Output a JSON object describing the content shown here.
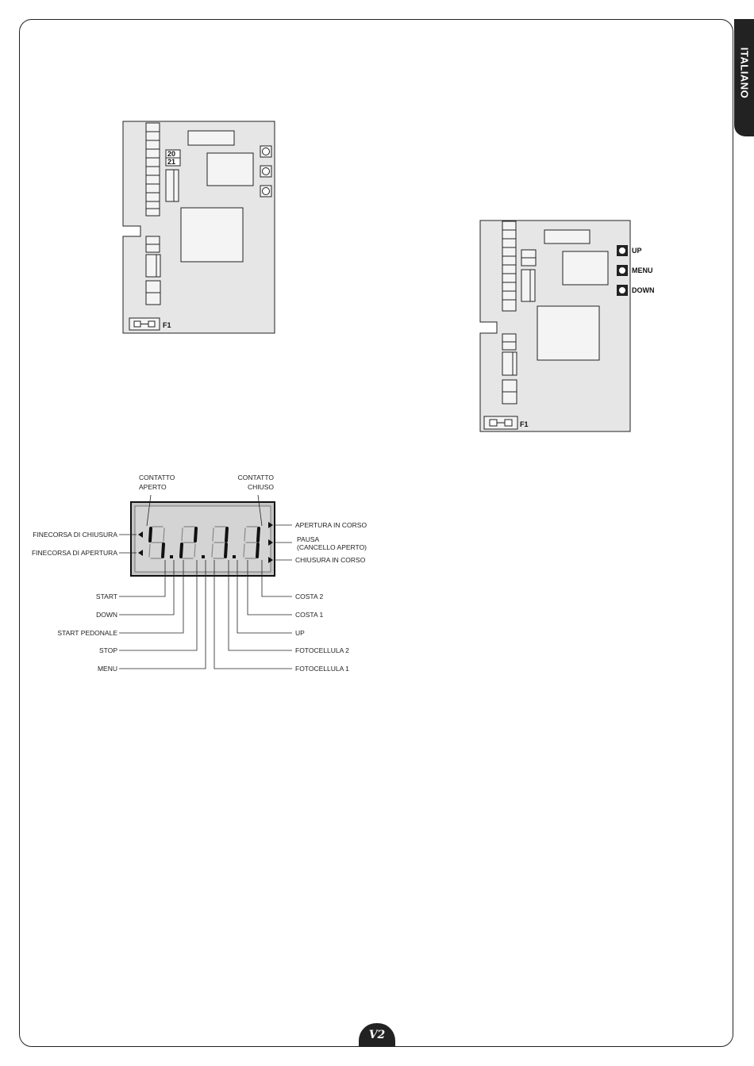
{
  "page": {
    "language_tab": "ITALIANO",
    "logo": "V2"
  },
  "board1": {
    "terminal_labels": [
      "20",
      "21"
    ],
    "fuse_label": "F1"
  },
  "board2": {
    "buttons": [
      "UP",
      "MENU",
      "DOWN"
    ],
    "fuse_label": "F1"
  },
  "display": {
    "top_labels": {
      "left": [
        "CONTATTO",
        "APERTO"
      ],
      "right": [
        "CONTATTO",
        "CHIUSO"
      ]
    },
    "left_labels": [
      "FINECORSA DI CHIUSURA",
      "FINECORSA DI APERTURA"
    ],
    "right_labels": [
      "APERTURA IN CORSO",
      "PAUSA",
      "(CANCELLO APERTO)",
      "CHIUSURA IN CORSO"
    ],
    "bottom_left_labels": [
      "START",
      "DOWN",
      "START PEDONALE",
      "STOP",
      "MENU"
    ],
    "bottom_right_labels": [
      "COSTA 2",
      "COSTA 1",
      "UP",
      "FOTOCELLULA 2",
      "FOTOCELLULA 1"
    ]
  }
}
